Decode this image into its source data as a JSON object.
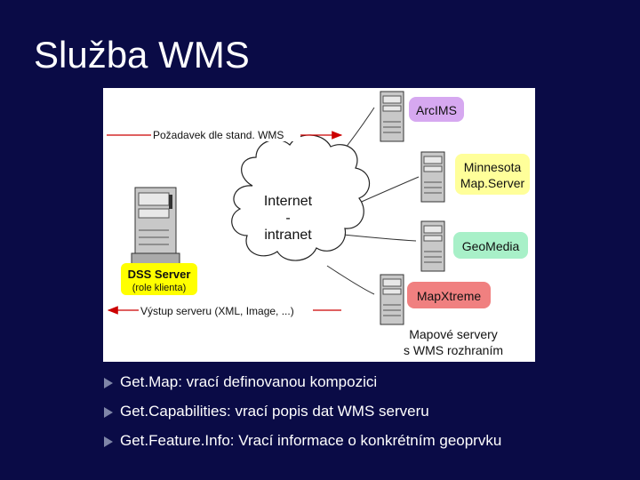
{
  "slide": {
    "title": "Služba WMS"
  },
  "diagram": {
    "cloud_text": [
      "Internet",
      "-",
      "intranet"
    ],
    "request_label": "Požadavek dle stand. WMS",
    "output_label": "Výstup serveru (XML, Image, ...)",
    "client": {
      "name": "DSS Server",
      "role": "(role klienta)",
      "color": "#ffff00"
    },
    "servers": [
      {
        "name_lines": [
          "ArcIMS"
        ],
        "color": "#d6a8f0"
      },
      {
        "name_lines": [
          "Minnesota",
          "Map.Server"
        ],
        "color": "#ffff9a"
      },
      {
        "name_lines": [
          "GeoMedia"
        ],
        "color": "#a8f0c8"
      },
      {
        "name_lines": [
          "MapXtreme"
        ],
        "color": "#f08080"
      }
    ],
    "caption_lines": [
      "Mapové servery",
      "s WMS rozhraním"
    ],
    "arrow_color": "#cc0000"
  },
  "bullets": [
    {
      "term": "Get.Map",
      "desc": ": vrací definovanou kompozici"
    },
    {
      "term": "Get.Capabilities",
      "desc": ": vrací popis dat WMS serveru"
    },
    {
      "term": "Get.Feature.Info",
      "desc": ": Vrací informace o konkrétním geoprvku"
    }
  ]
}
